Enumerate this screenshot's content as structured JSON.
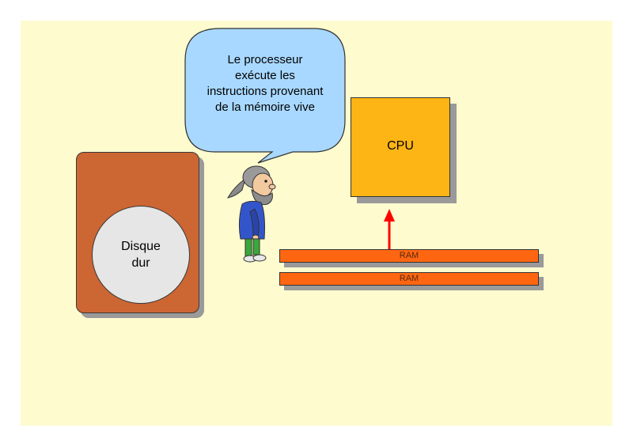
{
  "diagram": {
    "bubble_text": "Le processeur\nexécute les\ninstructions provenant\nde la mémoire vive",
    "disk_label": "Disque\ndur",
    "cpu_label": "CPU",
    "ram_labels": [
      "RAM",
      "RAM"
    ]
  },
  "colors": {
    "background": "#fefbcf",
    "disk_box": "#cc6633",
    "disk_circle": "#e6e6e6",
    "cpu": "#fdb515",
    "ram": "#ff6611",
    "bubble": "#a8d8ff",
    "arrow": "#ff0000",
    "shadow": "#9a9a9a"
  },
  "icons": {
    "character": "bearded-man-character-icon",
    "arrow": "arrow-up-icon"
  }
}
